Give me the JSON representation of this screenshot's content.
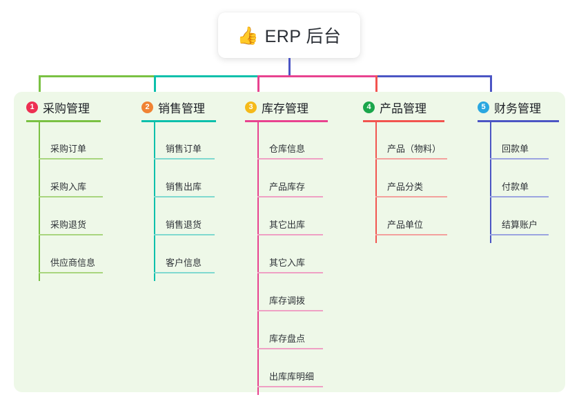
{
  "root": {
    "emoji": "👍",
    "emoji_name": "thumbs-up-icon",
    "title": "ERP 后台"
  },
  "colors": {
    "panel_bg": "#eef8e8",
    "page_bg": "#ffffff",
    "stem": "#4b55c4",
    "title_text": "#2b2f36"
  },
  "branches": [
    {
      "index": "1",
      "title": "采购管理",
      "badge_color": "#ed2f52",
      "line_color": "#7ac143",
      "leaf_line_color": "#a8d57e",
      "items": [
        "采购订单",
        "采购入库",
        "采购退货",
        "供应商信息"
      ]
    },
    {
      "index": "2",
      "title": "销售管理",
      "badge_color": "#f08334",
      "line_color": "#0cc0ab",
      "leaf_line_color": "#7fd9cf",
      "items": [
        "销售订单",
        "销售出库",
        "销售退货",
        "客户信息"
      ]
    },
    {
      "index": "3",
      "title": "库存管理",
      "badge_color": "#f5ba1a",
      "line_color": "#e8428f",
      "leaf_line_color": "#efa0c4",
      "items": [
        "仓库信息",
        "产品库存",
        "其它出库",
        "其它入库",
        "库存调拨",
        "库存盘点",
        "出库库明细"
      ]
    },
    {
      "index": "4",
      "title": "产品管理",
      "badge_color": "#1aa64b",
      "line_color": "#f2544f",
      "leaf_line_color": "#f3a09c",
      "items": [
        "产品（物料）",
        "产品分类",
        "产品单位"
      ]
    },
    {
      "index": "5",
      "title": "财务管理",
      "badge_color": "#2aa7e0",
      "line_color": "#4b55c4",
      "leaf_line_color": "#9ba4e0",
      "items": [
        "回款单",
        "付款单",
        "结算账户"
      ]
    }
  ]
}
